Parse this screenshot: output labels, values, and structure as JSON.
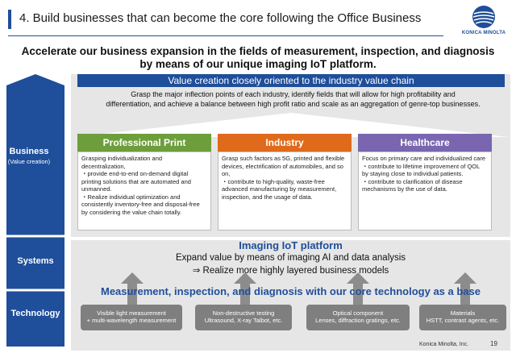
{
  "header": {
    "title": "4. Build businesses that can become the core following the Office Business",
    "logo_text": "KONICA MINOLTA"
  },
  "headline": {
    "line1": "Accelerate our business expansion in the fields of measurement, inspection, and diagnosis",
    "line2": "by means of our unique imaging IoT platform."
  },
  "left_labels": {
    "business": "Business",
    "business_sub": "(Value creation)",
    "systems": "Systems",
    "technology": "Technology"
  },
  "business": {
    "value_bar": "Value creation closely oriented to the industry value chain",
    "description_line1": "Grasp the major inflection points of each industry, identify fields that will allow for high profitability and",
    "description_line2": "differentiation, and achieve a balance between high profit ratio and scale as an aggregation of genre-top businesses.",
    "segments": [
      {
        "title": "Professional Print",
        "color": "#6e9e3c",
        "text": "Grasping individualization and decentralization,\n・provide end-to-end on-demand digital printing solutions that are automated and unmanned.\n・Realize individual optimization and consistently inventory-free and disposal-free by considering the value chain totally."
      },
      {
        "title": "Industry",
        "color": "#e06a1b",
        "text": "Grasp such factors as 5G, printed and flexible devices, electrification of automobiles, and so on,\n・contribute to high-quality, waste-free advanced manufacturing by measurement, inspection, and the usage of data."
      },
      {
        "title": "Healthcare",
        "color": "#7a66b0",
        "text": "Focus on primary care and individualized care\n・contribute to lifetime improvement of QOL by staying close to individual patients.\n・contribute to clarification of disease mechanisms by the use of data."
      }
    ]
  },
  "systems": {
    "title": "Imaging IoT platform",
    "line1": "Expand value by means of imaging AI and data analysis",
    "line2": "⇒ Realize more highly layered business models"
  },
  "technology": {
    "title": "Measurement, inspection, and diagnosis with our core technology as a base",
    "boxes": [
      {
        "line1": "Visible light measurement",
        "line2": "+ multi-wavelength measurement"
      },
      {
        "line1": "Non-destructive testing",
        "line2": "Ultrasound, X-ray Talbot, etc."
      },
      {
        "line1": "Optical component",
        "line2": "Lenses, diffraction gratings, etc."
      },
      {
        "line1": "Materials",
        "line2": "HSTT, contrast agents, etc."
      }
    ]
  },
  "footer": {
    "company": "Konica Minolta, Inc.",
    "page": "19"
  },
  "colors": {
    "brand_blue": "#1f4e9a",
    "panel_gray": "#e6e6e6",
    "tech_box_gray": "#7f7f7f"
  }
}
